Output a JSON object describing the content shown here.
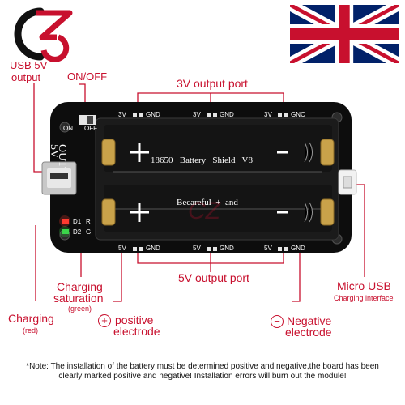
{
  "brand": {
    "logo_letters": "CZ",
    "watermark": "CZ"
  },
  "flag": {
    "name": "uk-flag"
  },
  "labels": {
    "usb5v_line1": "USB 5V",
    "usb5v_line2": "output",
    "on_off": "ON/OFF",
    "out3v": "3V output port",
    "out5v": "5V output port",
    "charging_saturation_line1": "Charging",
    "charging_saturation_line2": "saturation",
    "charging_saturation_sub": "(green)",
    "charging": "Charging",
    "charging_sub": "(red)",
    "positive_line1": "positive",
    "positive_line2": "electrode",
    "positive_symbol": "+",
    "negative_line1": "Negative",
    "negative_line2": "electrode",
    "negative_symbol": "−",
    "micro_usb": "Micro USB",
    "micro_usb_sub": "Charging interface"
  },
  "board": {
    "on": "ON",
    "off": "OFF",
    "out": "OUT",
    "v5": "5V",
    "pin_top": [
      "3V",
      "GND",
      "3V",
      "GND",
      "3V",
      "GNC"
    ],
    "pin_bottom": [
      "5V",
      "GND",
      "5V",
      "GND",
      "5V",
      "GND"
    ],
    "title": "18650   Battery   Shield   V8",
    "subtitle": "Becareful  +  and  -",
    "led1": "D1",
    "led2": "D2",
    "r": "R",
    "g": "G",
    "plus_mark": "+",
    "minus_mark": "−"
  },
  "note": {
    "line1": "*Note: The installation of the battery must be determined positive and negative,the board has been",
    "line2": "clearly marked positive and negative! Installation errors will burn out the module!"
  },
  "colors": {
    "accent_red": "#c8102e",
    "board": "#0d0d0d",
    "contact_gold": "#c9a24a",
    "led_red": "#ff3b2f",
    "led_green": "#3bd64a",
    "flag_blue": "#012169",
    "flag_red": "#C8102E"
  }
}
